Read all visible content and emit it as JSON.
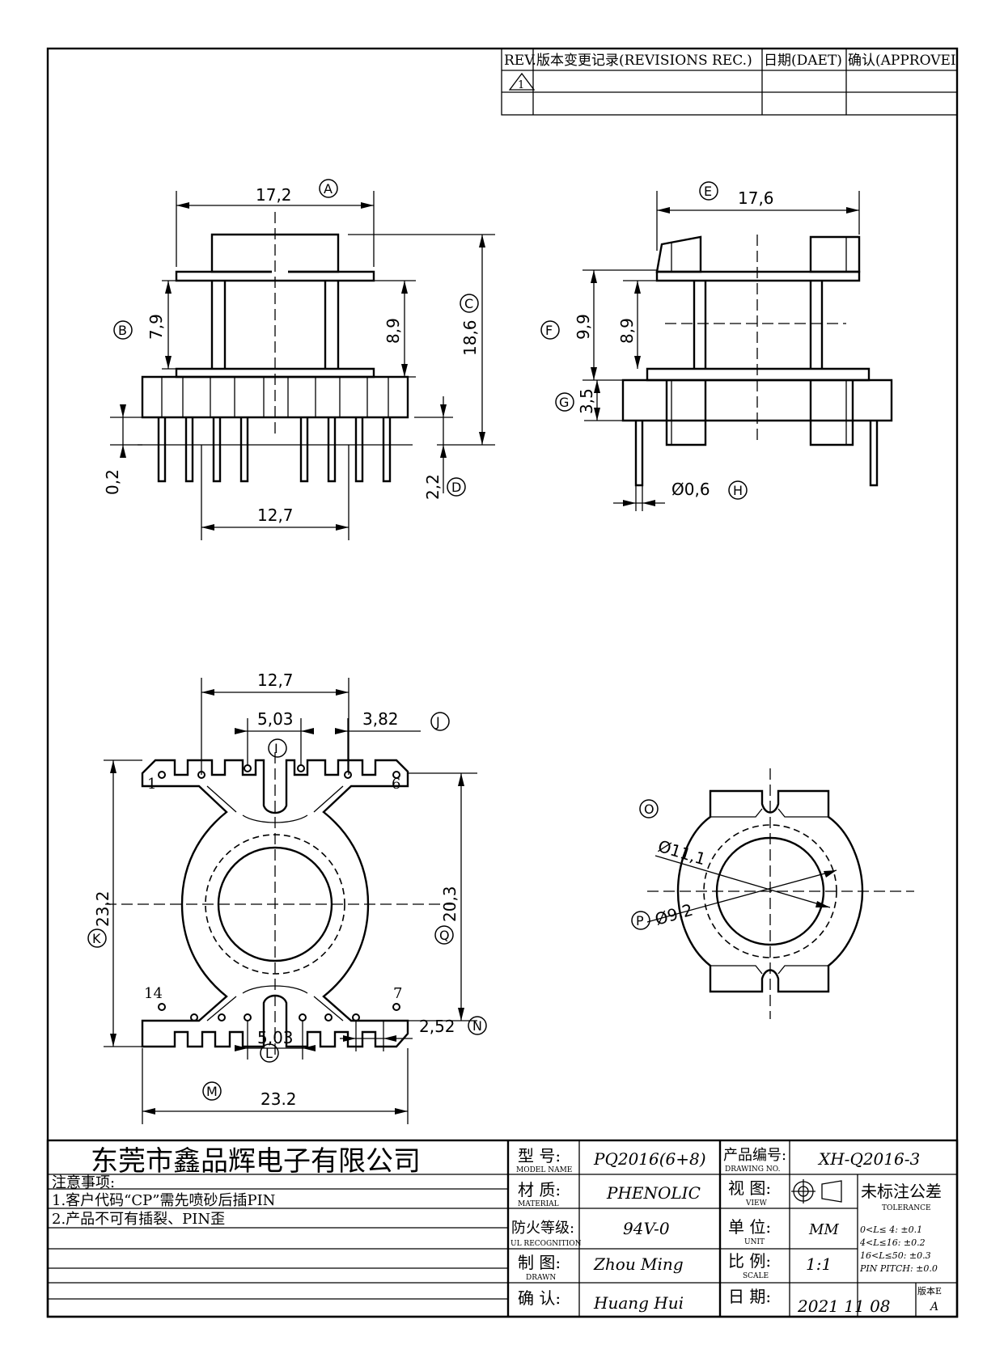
{
  "revision_table": {
    "headers": [
      "REV.",
      "版本变更记录(REVISIONS REC.)",
      "日期(DAET)",
      "确认(APPROVEI"
    ],
    "rev_mark": "1"
  },
  "front_view": {
    "dims": {
      "width_top": "17,2",
      "height_core": "7,9",
      "height_core2": "8,9",
      "height_total": "18,6",
      "pin_gap": "0,2",
      "pin_len": "2,2",
      "pin_span": "12,7"
    },
    "markers": {
      "A": "A",
      "B": "B",
      "C": "C",
      "D": "D"
    }
  },
  "side_view": {
    "dims": {
      "width": "17,6",
      "h1": "9,9",
      "h2": "8,9",
      "base": "3,5",
      "pin_dia": "Ø0,6"
    },
    "markers": {
      "E": "E",
      "F": "F",
      "G": "G",
      "H": "H"
    }
  },
  "bottom_view": {
    "dims": {
      "span_top": "12,7",
      "pitch_top": "5,03",
      "edge_top": "3,82",
      "height_left": "23,2",
      "height_right": "20,3",
      "pitch_bottom": "5,03",
      "edge_bottom": "2,52",
      "width_bottom": "23.2"
    },
    "markers": {
      "I": "I",
      "J": "J",
      "K": "K",
      "L": "L",
      "M": "M",
      "N": "N",
      "Q": "Q"
    },
    "pin_numbers": {
      "p1": "1",
      "p6": "6",
      "p14": "14",
      "p7": "7"
    }
  },
  "top_view": {
    "dims": {
      "outer_dia": "Ø11,1",
      "inner_dia": "Ø9,2"
    },
    "markers": {
      "O": "O",
      "P": "P"
    }
  },
  "title_block": {
    "company": "东莞市鑫品辉电子有限公司",
    "notes_title": "注意事项:",
    "note1": "1.客户代码“CP”需先喷砂后插PIN",
    "note2": "2.产品不可有插裂、PIN歪",
    "model_label": "型  号:",
    "model_sub": "MODEL NAME",
    "model_value": "PQ2016(6+8)",
    "material_label": "材  质:",
    "material_sub": "MATERIAL",
    "material_value": "PHENOLIC",
    "fire_label": "防火等级:",
    "fire_sub": "UL RECOGNITION",
    "fire_value": "94V-0",
    "drawn_label": "制  图:",
    "drawn_sub": "DRAWN",
    "drawn_value": "Zhou Ming",
    "check_label": "确  认:",
    "check_value": "Huang Hui",
    "drawing_no_label": "产品编号:",
    "drawing_no_sub": "DRAWING NO.",
    "drawing_no_value": "XH-Q2016-3",
    "view_label": "视  图:",
    "view_sub": "VIEW",
    "unit_label": "单  位:",
    "unit_sub": "UNIT",
    "unit_value": "MM",
    "scale_label": "比  例:",
    "scale_sub": "SCALE",
    "scale_value": "1:1",
    "date_label": "日  期:",
    "date_value": "2021 11 08",
    "tolerance_title": "未标注公差",
    "tolerance_sub": "TOLERANCE",
    "tol1": "0<L≤ 4:  ±0.1",
    "tol2": "4<L≤16:  ±0.2",
    "tol3": "16<L≤50:  ±0.3",
    "tol4": "PIN PITCH:  ±0.0",
    "version_label": "版本E",
    "version_value": "A"
  }
}
